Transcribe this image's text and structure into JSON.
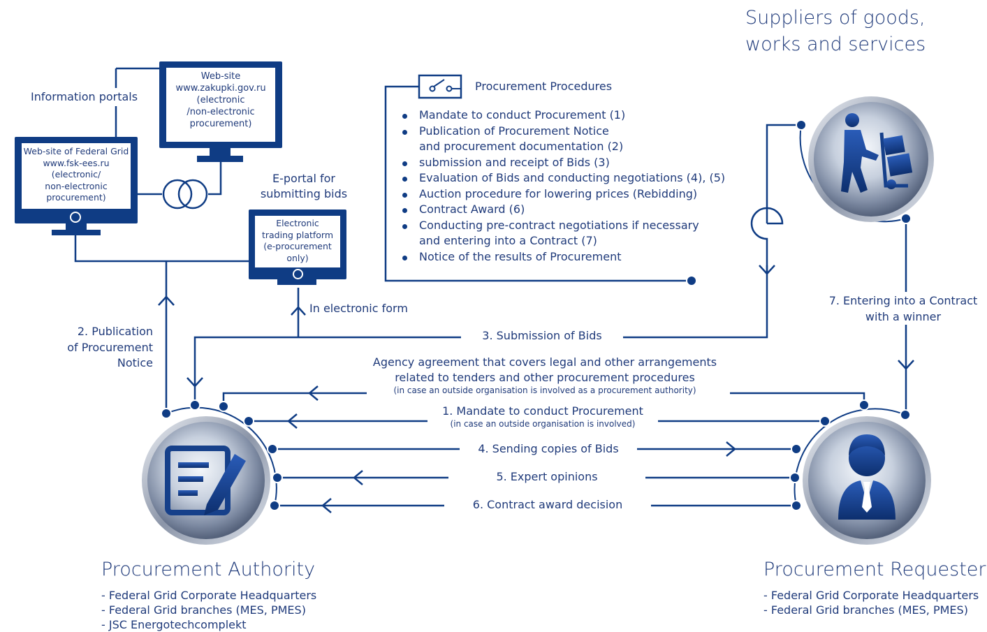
{
  "suppliers_title_line1": "Suppliers of goods,",
  "suppliers_title_line2": "works and services",
  "info_portals": "Information portals",
  "zakupki": {
    "l1": "Web-site",
    "l2": "www.zakupki.gov.ru",
    "l3": "(electronic",
    "l4": "/non-electronic",
    "l5": "procurement)"
  },
  "fsk": {
    "l1": "Web-site of Federal Grid",
    "l2": "www.fsk-ees.ru",
    "l3": "(electronic/",
    "l4": "non-electronic",
    "l5": "procurement)"
  },
  "eportal_label_l1": "E-portal for",
  "eportal_label_l2": "submitting bids",
  "etp": {
    "l1": "Electronic",
    "l2": "trading platform",
    "l3": "(e-procurement",
    "l4": "only)"
  },
  "in_electronic_form": "In electronic form",
  "procurement_procedures_title": "Procurement Procedures",
  "procedures": [
    [
      "Mandate to conduct Procurement (1)"
    ],
    [
      "Publication of Procurement Notice",
      "and procurement documentation (2)"
    ],
    [
      "submission and receipt of Bids (3)"
    ],
    [
      "Evaluation of Bids and  conducting negotiations (4), (5)"
    ],
    [
      "Auction procedure for lowering prices (Rebidding)"
    ],
    [
      "Contract Award (6)"
    ],
    [
      "Conducting pre-contract negotiations if necessary",
      "and  entering into a Contract (7)"
    ],
    [
      "Notice of the results of Procurement"
    ]
  ],
  "publication_l1": "2. Publication",
  "publication_l2": "of Procurement",
  "publication_l3": "Notice",
  "entering_l1": "7. Entering into a Contract",
  "entering_l2": "with a winner",
  "submission": "3. Submission of  Bids",
  "agency_l1": "Agency agreement that covers legal and other arrangements",
  "agency_l2": "related to tenders and other procurement procedures",
  "agency_note": "(in case an outside organisation is involved as a procurement authority)",
  "mandate": "1. Mandate to conduct Procurement",
  "mandate_note": "(in case an outside organisation is involved)",
  "sending": "4. Sending copies of Bids",
  "expert": "5. Expert opinions",
  "award": "6. Contract award decision",
  "authority_title": "Procurement Authority",
  "authority_items": [
    "- Federal Grid Corporate Headquarters",
    "- Federal Grid branches (MES, PMES)",
    "- JSC Energotechcomplekt"
  ],
  "requester_title": "Procurement Requester",
  "requester_items": [
    "- Federal Grid Corporate Headquarters",
    "- Federal Grid branches (MES, PMES)"
  ],
  "colors": {
    "navy": "#0f3c84",
    "text": "#1f3a7a",
    "metal_light": "#e8eef7",
    "metal_dark": "#5f6f8a"
  },
  "icons": [
    "switch-icon",
    "document-pen-icon",
    "person-dolly-icon",
    "business-person-icon",
    "transformer-icon",
    "plug-socket-icon"
  ]
}
